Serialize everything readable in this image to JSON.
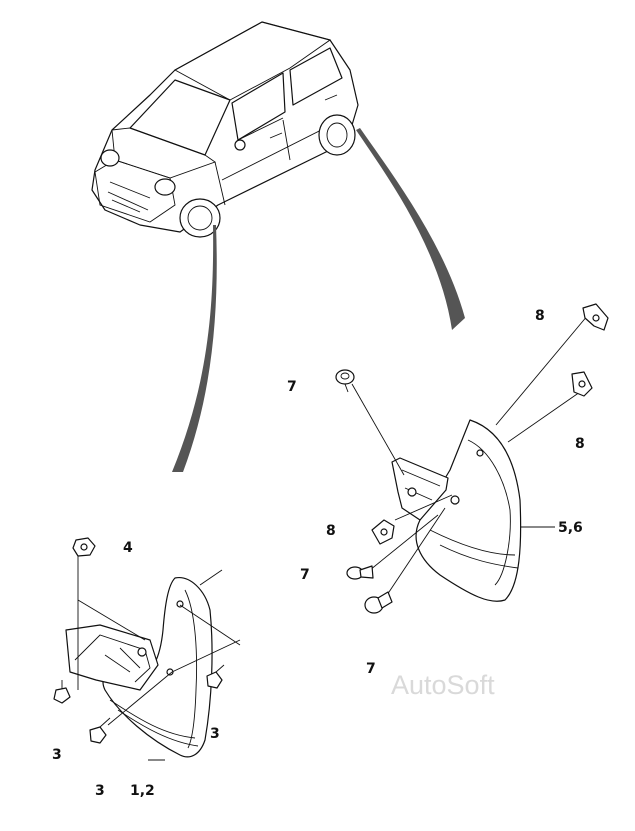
{
  "callouts": {
    "front_left_mudguard": "1,2",
    "front_screw_left": "3",
    "front_screw_bottom": "3",
    "front_screw_right": "3",
    "front_clip": "4",
    "rear_mudguard": "5,6",
    "rear_fastener_top": "7",
    "rear_fastener_mid": "7",
    "rear_fastener_bottom": "7",
    "rear_nut_top": "8",
    "rear_nut_right": "8",
    "rear_nut_left": "8"
  },
  "watermark": "AutoSoft"
}
